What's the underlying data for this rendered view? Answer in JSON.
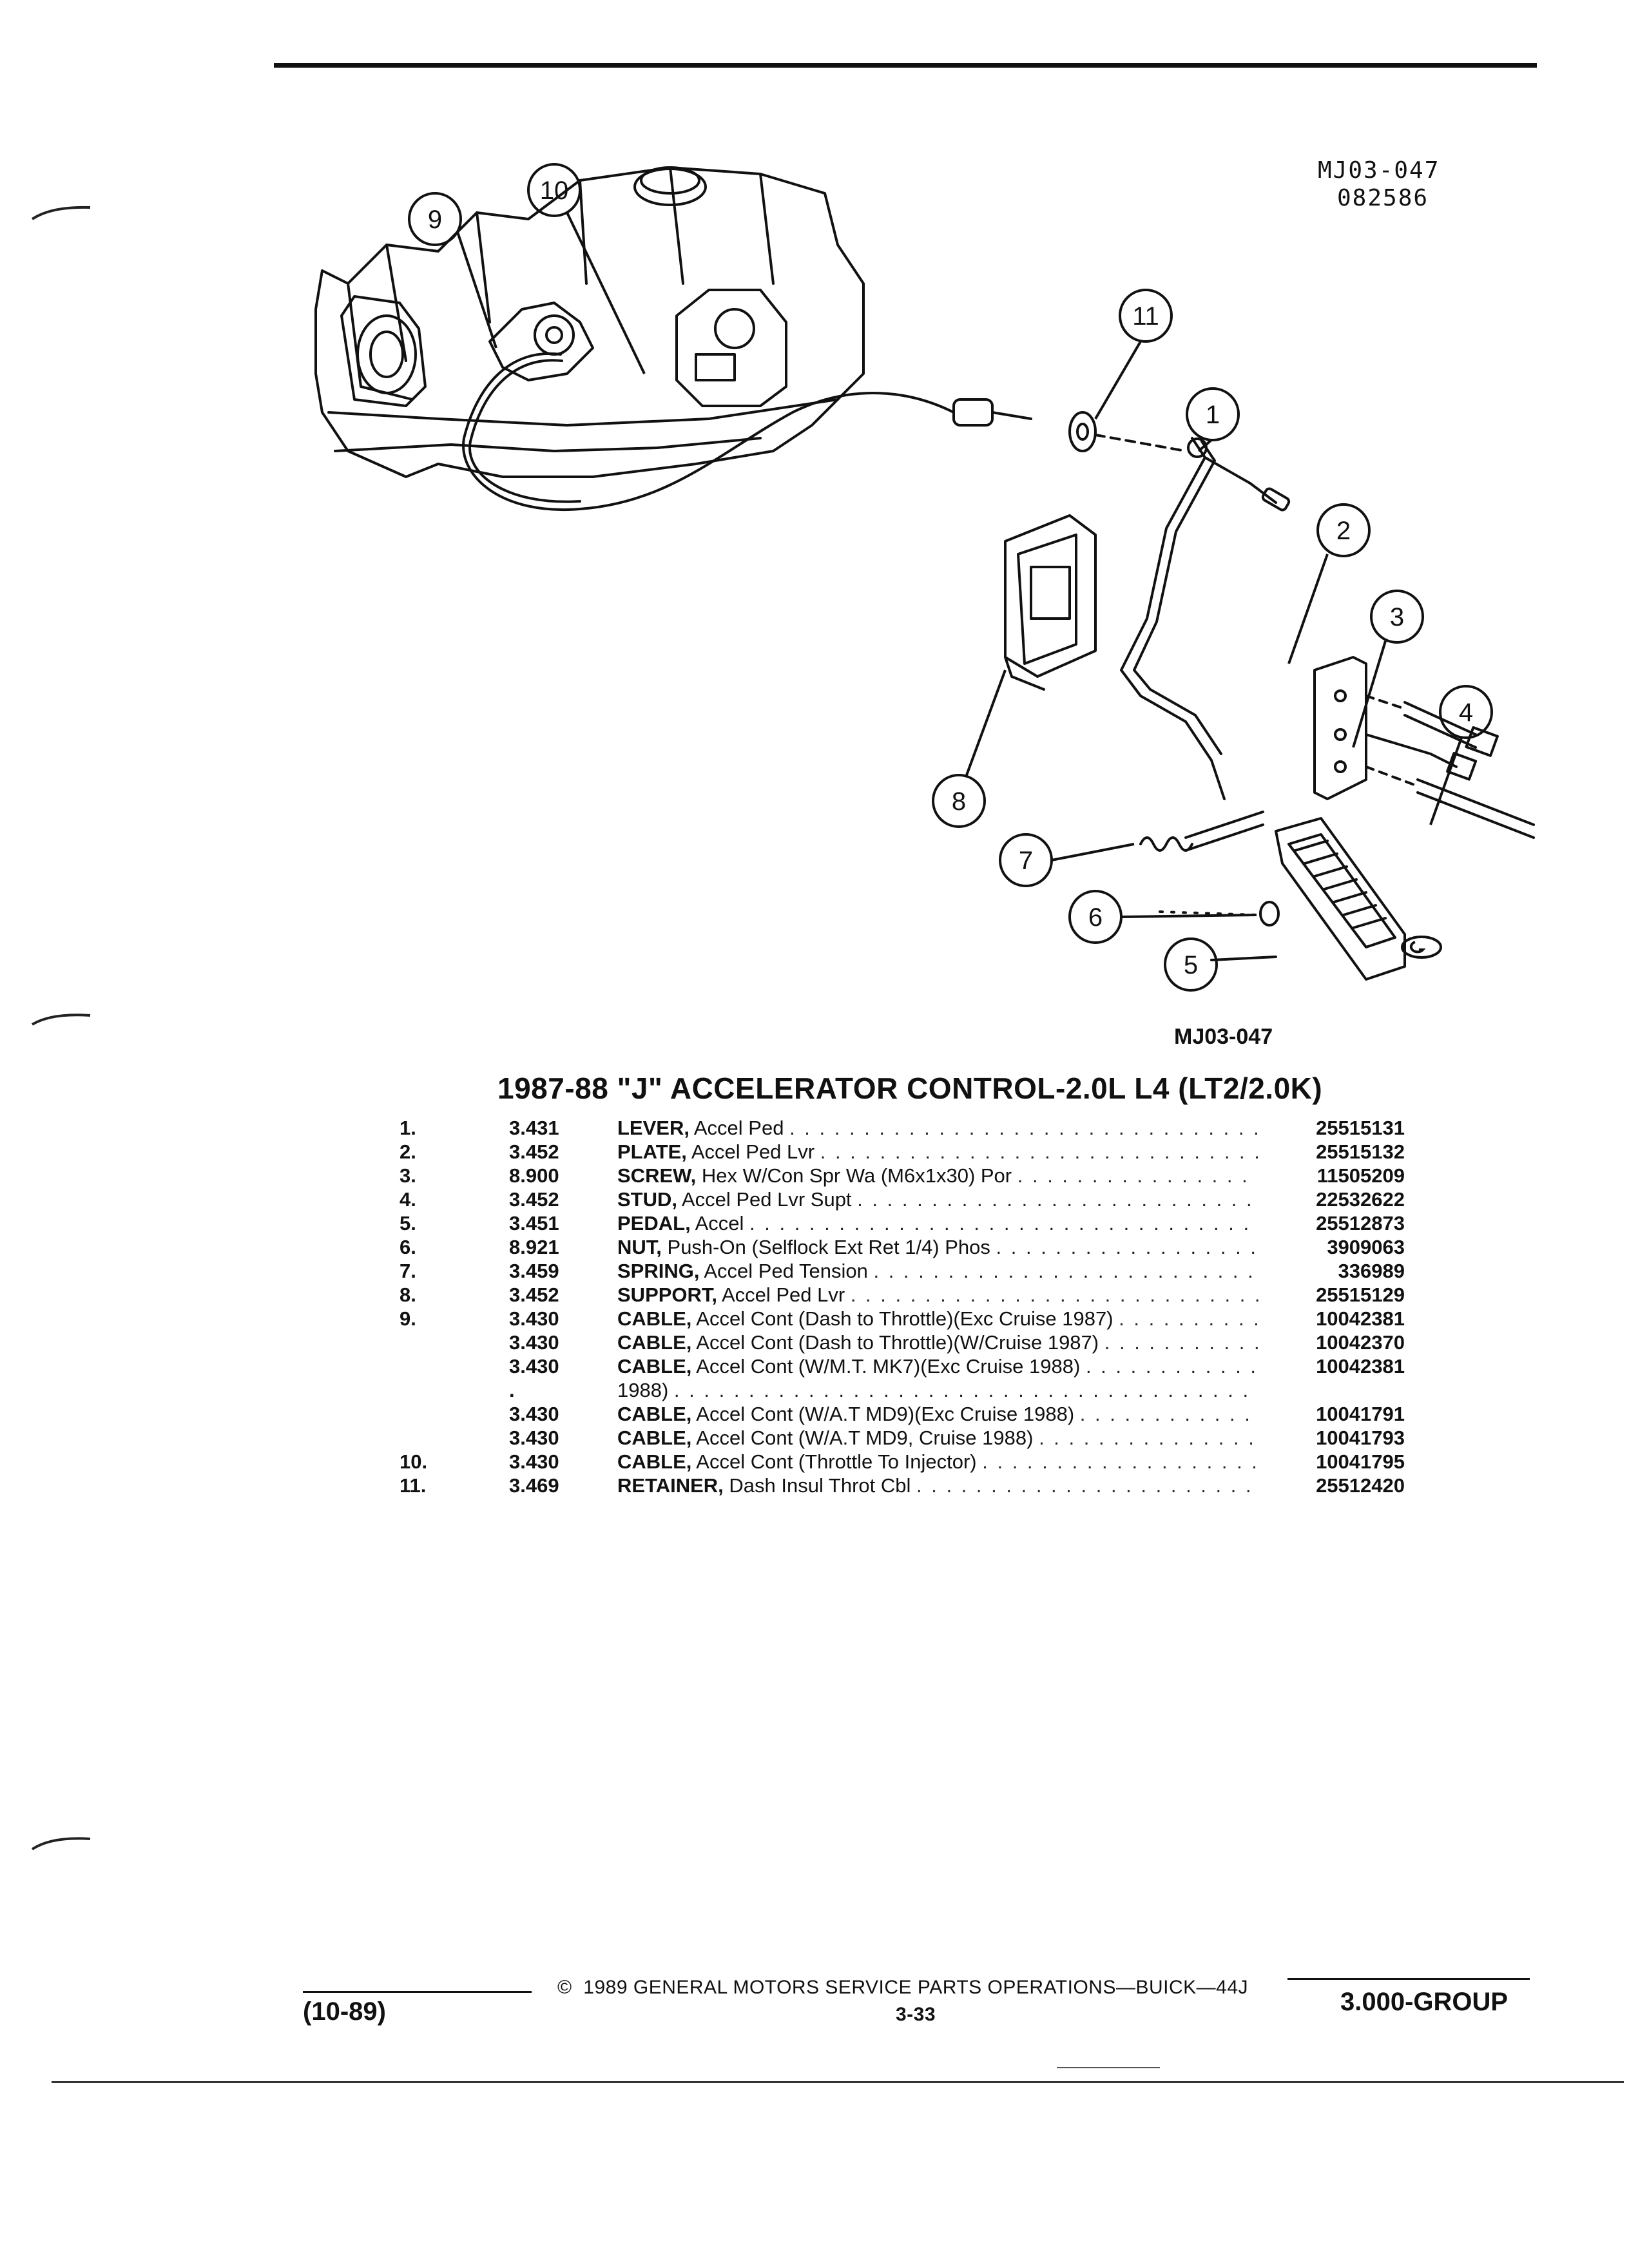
{
  "figure": {
    "code_top": "MJ03-047",
    "date_code": "082586",
    "code_bottom": "MJ03-047",
    "callouts": [
      "1",
      "2",
      "3",
      "4",
      "5",
      "6",
      "7",
      "8",
      "9",
      "10",
      "11"
    ]
  },
  "title": "1987-88 \"J\" ACCELERATOR CONTROL-2.0L L4 (LT2/2.0K)",
  "parts": [
    {
      "num": "1.",
      "group": "3.431",
      "name": "LEVER,",
      "desc": "Accel Ped",
      "part": "25515131"
    },
    {
      "num": "2.",
      "group": "3.452",
      "name": "PLATE,",
      "desc": "Accel Ped Lvr",
      "part": "25515132"
    },
    {
      "num": "3.",
      "group": "8.900",
      "name": "SCREW,",
      "desc": "Hex W/Con Spr Wa (M6x1x30) Por",
      "part": "11505209"
    },
    {
      "num": "4.",
      "group": "3.452",
      "name": "STUD,",
      "desc": "Accel Ped Lvr Supt",
      "part": "22532622"
    },
    {
      "num": "5.",
      "group": "3.451",
      "name": "PEDAL,",
      "desc": "Accel",
      "part": "25512873"
    },
    {
      "num": "6.",
      "group": "8.921",
      "name": "NUT,",
      "desc": "Push-On (Selflock Ext Ret 1/4) Phos",
      "part": "3909063"
    },
    {
      "num": "7.",
      "group": "3.459",
      "name": "SPRING,",
      "desc": "Accel Ped Tension",
      "part": "336989"
    },
    {
      "num": "8.",
      "group": "3.452",
      "name": "SUPPORT,",
      "desc": "Accel Ped Lvr",
      "part": "25515129"
    },
    {
      "num": "9.",
      "group": "3.430",
      "name": "CABLE,",
      "desc": "Accel Cont (Dash to Throttle)(Exc Cruise 1987)",
      "part": "10042381"
    },
    {
      "num": "",
      "group": "3.430",
      "name": "CABLE,",
      "desc": "Accel Cont (Dash to Throttle)(W/Cruise 1987)",
      "part": "10042370"
    },
    {
      "num": "",
      "group": "3.430",
      "name": "CABLE,",
      "desc": "Accel Cont (W/M.T. MK7)(Exc Cruise 1988)",
      "part": "10042381"
    },
    {
      "num": "",
      "group": ".",
      "name": "",
      "desc": "1988)",
      "part": ""
    },
    {
      "num": "",
      "group": "3.430",
      "name": "CABLE,",
      "desc": "Accel Cont (W/A.T MD9)(Exc Cruise 1988)",
      "part": "10041791"
    },
    {
      "num": "",
      "group": "3.430",
      "name": "CABLE,",
      "desc": "Accel Cont (W/A.T MD9, Cruise 1988)",
      "part": "10041793"
    },
    {
      "num": "10.",
      "group": "3.430",
      "name": "CABLE,",
      "desc": "Accel Cont (Throttle To Injector)",
      "part": "10041795"
    },
    {
      "num": "11.",
      "group": "3.469",
      "name": "RETAINER,",
      "desc": "Dash Insul Throt Cbl",
      "part": "25512420"
    }
  ],
  "footer": {
    "revision": "(10-89)",
    "copyright_symbol": "©",
    "copyright": "1989 GENERAL MOTORS SERVICE PARTS OPERATIONS—BUICK—44J",
    "page": "3-33",
    "group": "3.000-GROUP"
  },
  "colors": {
    "ink": "#111111",
    "paper": "#ffffff"
  }
}
